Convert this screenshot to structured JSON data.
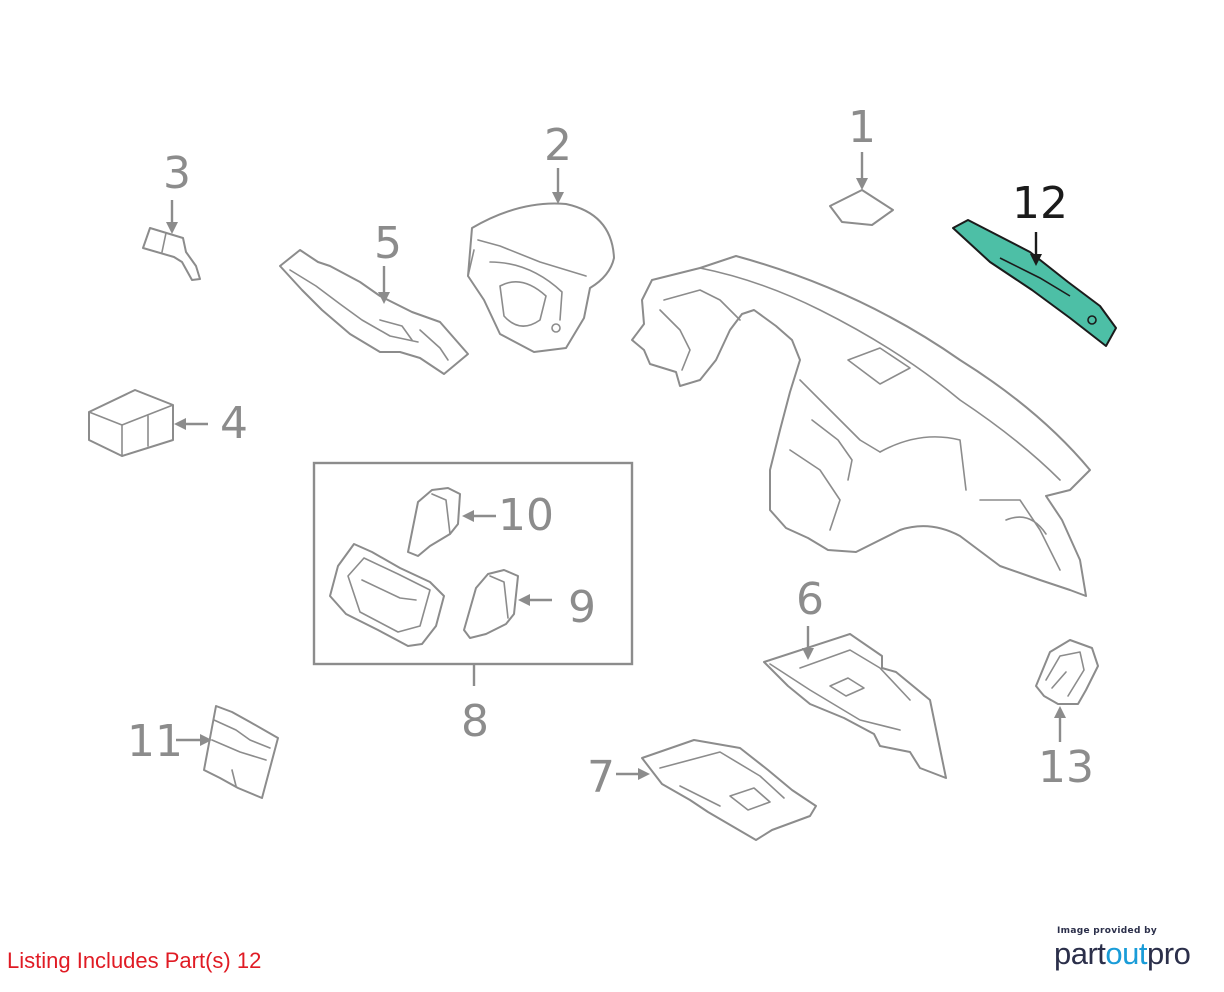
{
  "diagram": {
    "callouts": {
      "c1": "1",
      "c2": "2",
      "c3": "3",
      "c4": "4",
      "c5": "5",
      "c6": "6",
      "c7": "7",
      "c8": "8",
      "c9": "9",
      "c10": "10",
      "c11": "11",
      "c12": "12",
      "c13": "13"
    },
    "highlighted_part": "12",
    "colors": {
      "highlight_fill": "#4dbfa6",
      "part_stroke": "#8c8c8c",
      "listing_text": "#e01b24"
    }
  },
  "listing": {
    "text": "Listing Includes Part(s) 12"
  },
  "brand": {
    "caption": "Image provided by",
    "logo_part1": "part",
    "logo_part2": "out",
    "logo_part3": "pro"
  }
}
